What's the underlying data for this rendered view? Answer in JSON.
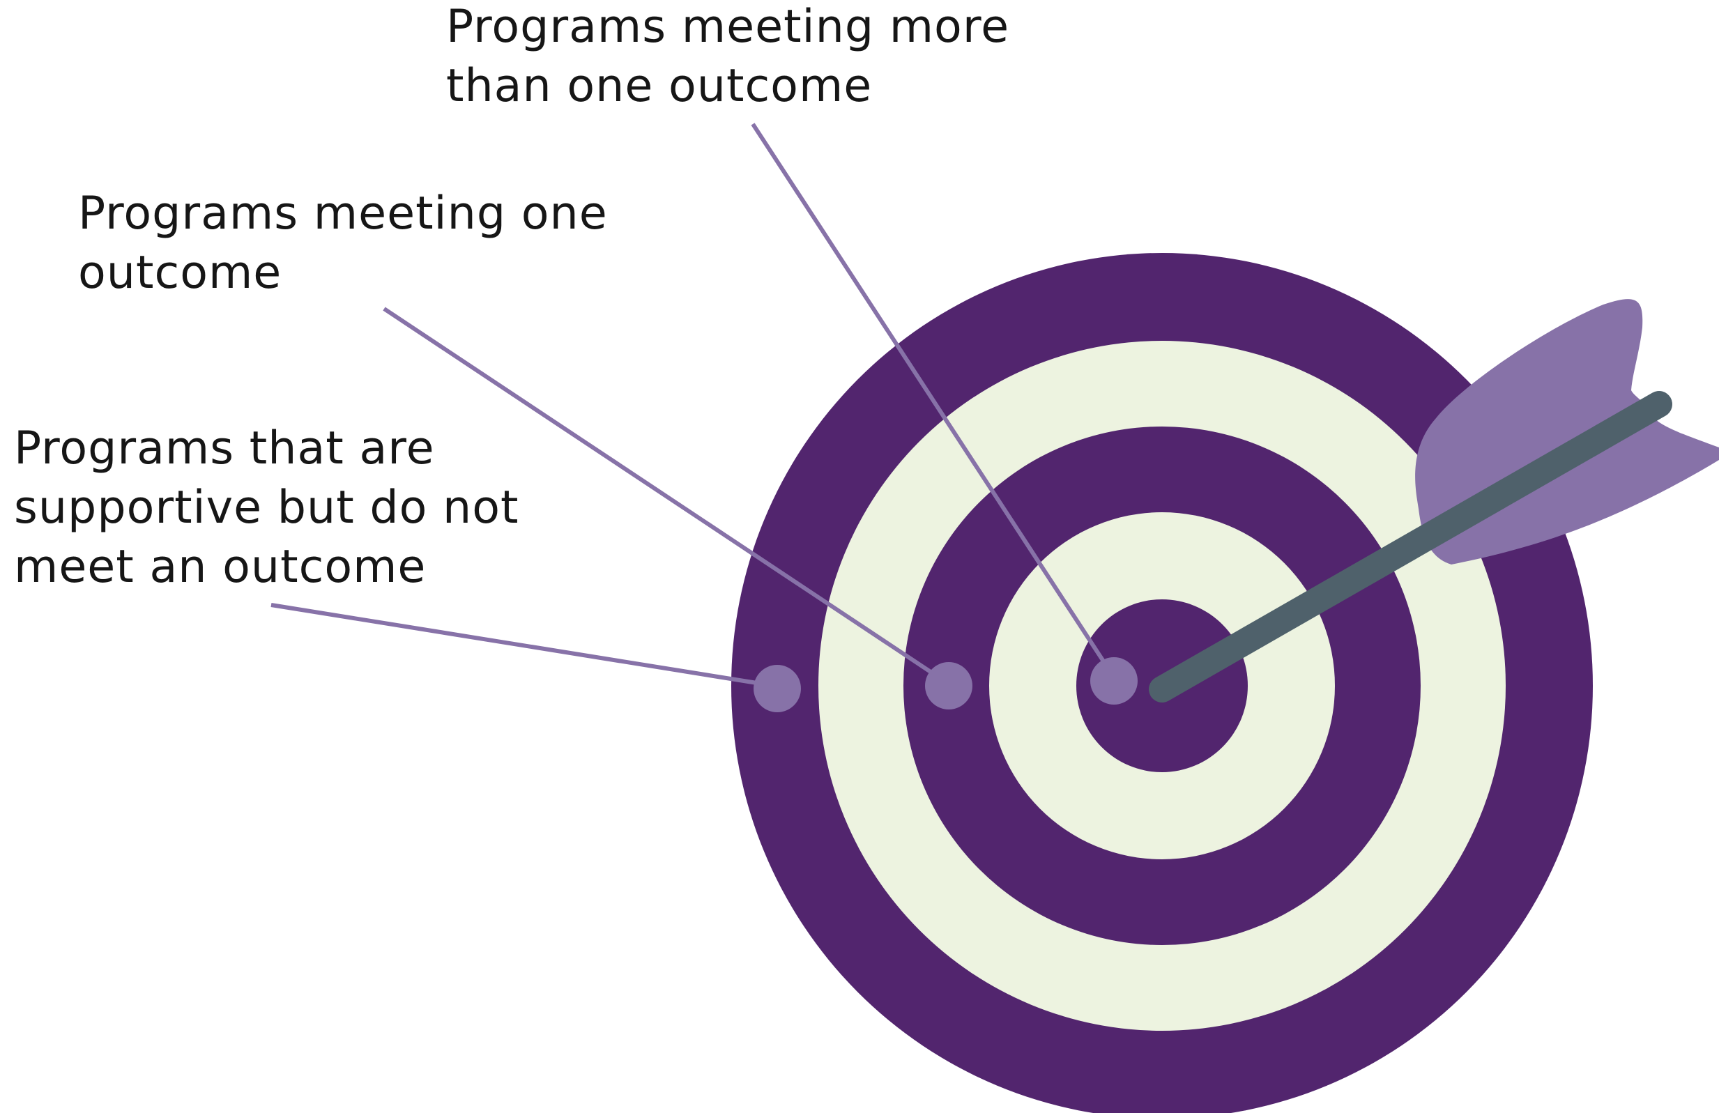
{
  "labels": {
    "more_than_one": {
      "line1": "Programs meeting more",
      "line2": "than one outcome"
    },
    "one": {
      "line1": "Programs meeting one",
      "line2": "outcome"
    },
    "supportive": {
      "line1": "Programs that are",
      "line2": "supportive but do not",
      "line3": "meet an outcome"
    }
  },
  "colors": {
    "ring_dark": "#52256e",
    "ring_light": "#edf3e0",
    "marker": "#8772a8",
    "leader_line": "#8772a8",
    "arrow_shaft": "#4f616b",
    "arrow_fletching": "#8772a8",
    "text": "#161616"
  },
  "icons": {
    "target": "bullseye-target-icon",
    "arrow": "arrow-in-target-icon"
  }
}
